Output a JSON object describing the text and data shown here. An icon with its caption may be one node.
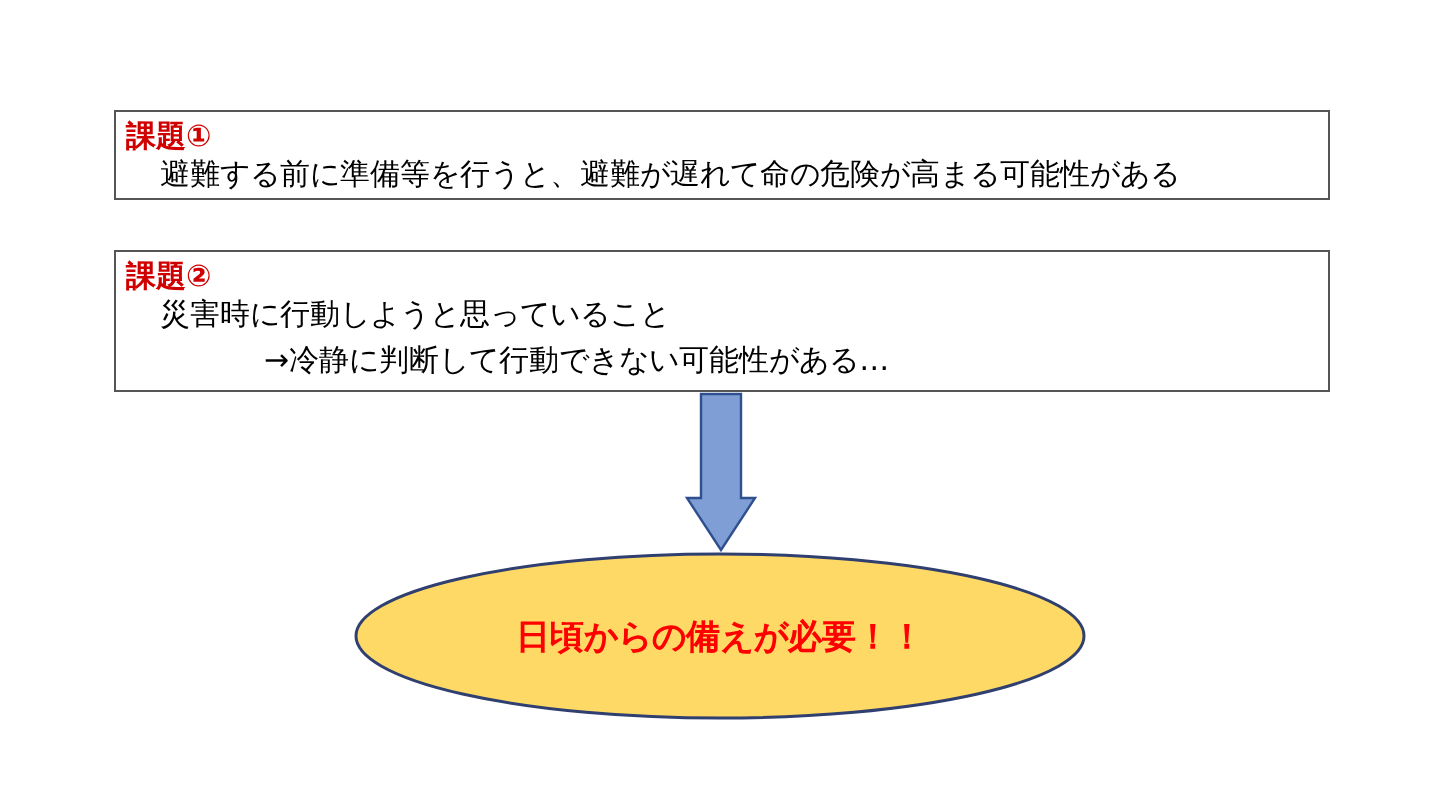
{
  "diagram": {
    "nodes": [
      {
        "text": [
          "課題①",
          "避難する前に準備等を行うと、避難が遅れて命の危険が高まる可能性がある"
        ]
      },
      {
        "text": [
          "課題②",
          "災害時に行動しようと思っていること",
          "→冷静に判断して行動できない可能性がある…"
        ]
      },
      {
        "text": [
          "日頃からの備えが必要！！"
        ]
      }
    ],
    "edges": [
      {
        "from": 1,
        "to": 2,
        "arrow": "to"
      }
    ]
  }
}
